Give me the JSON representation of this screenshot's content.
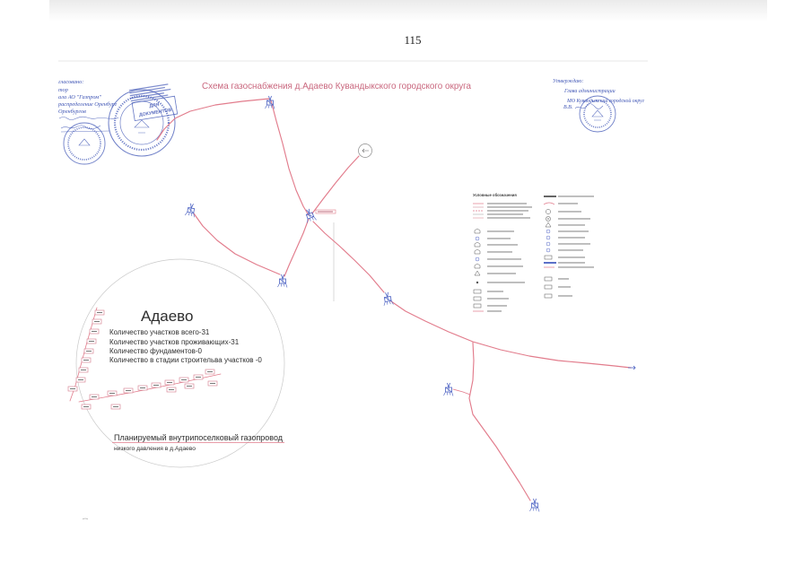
{
  "page": {
    "number": "115"
  },
  "map": {
    "title": "Схема газоснабжения д.Адаево Кувандыкского городского округа"
  },
  "approval_left": {
    "lines": [
      "гласовано:",
      "тор",
      "ала АО \"Газпром\"",
      "распределение Оренбург",
      "Оренбургов"
    ]
  },
  "approval_right": {
    "lines": [
      "Утверждаю:",
      "Глава администрации",
      "МО Кувандыкский городской округ",
      "В.В."
    ]
  },
  "stamp": {
    "lines": [
      "ДЛЯ",
      "ДОКУМЕНТОВ"
    ]
  },
  "village": {
    "name": "Адаево",
    "stats": [
      "Количество участков всего-31",
      "Количество участков проживающих-31",
      "Количество фундаментов-0",
      "Количество в стадии строительва участков -0"
    ]
  },
  "pipeline_note": {
    "lines": [
      "Планируемый внутрипоселковый газопровод",
      "низкого давления в д.Адаево"
    ]
  },
  "legend": {
    "title": "Условные обозначения"
  },
  "colors": {
    "pipeline": "#e27c8c",
    "stamp_ink": "#3f55b5",
    "title": "#c9677e",
    "text": "#2e2e2e",
    "node": "#4a60c2"
  }
}
